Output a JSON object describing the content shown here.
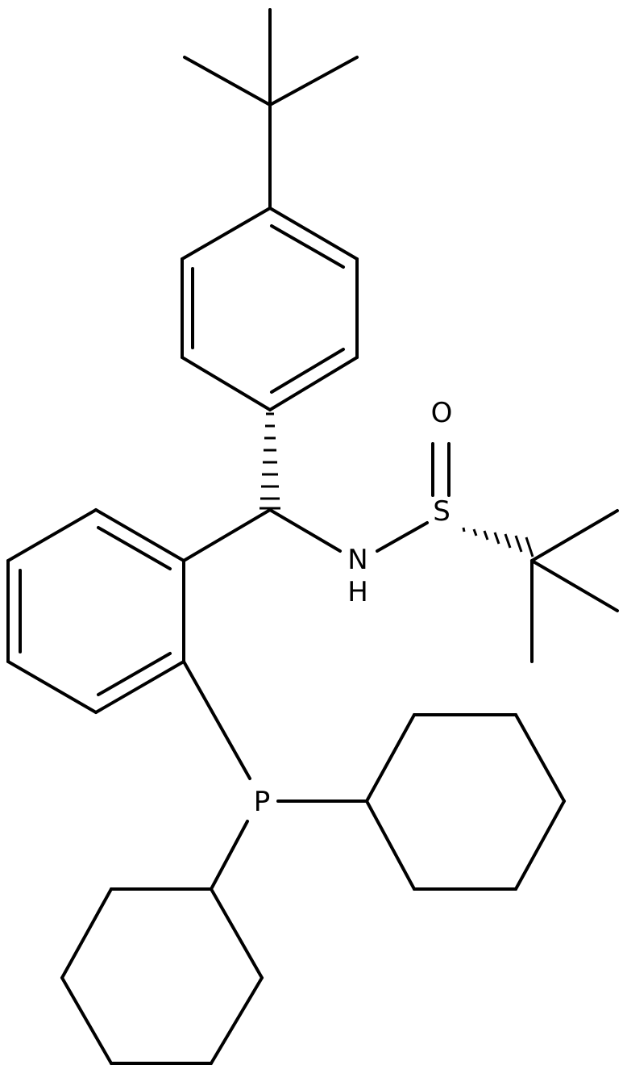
{
  "structure": {
    "atoms": {
      "oxygen": "O",
      "sulfur": "S",
      "nitrogen": "N",
      "hydrogen": "H",
      "phosphorus": "P"
    },
    "colors": {
      "bonds": "#000000",
      "labels": "#000000",
      "background": "#ffffff"
    }
  }
}
